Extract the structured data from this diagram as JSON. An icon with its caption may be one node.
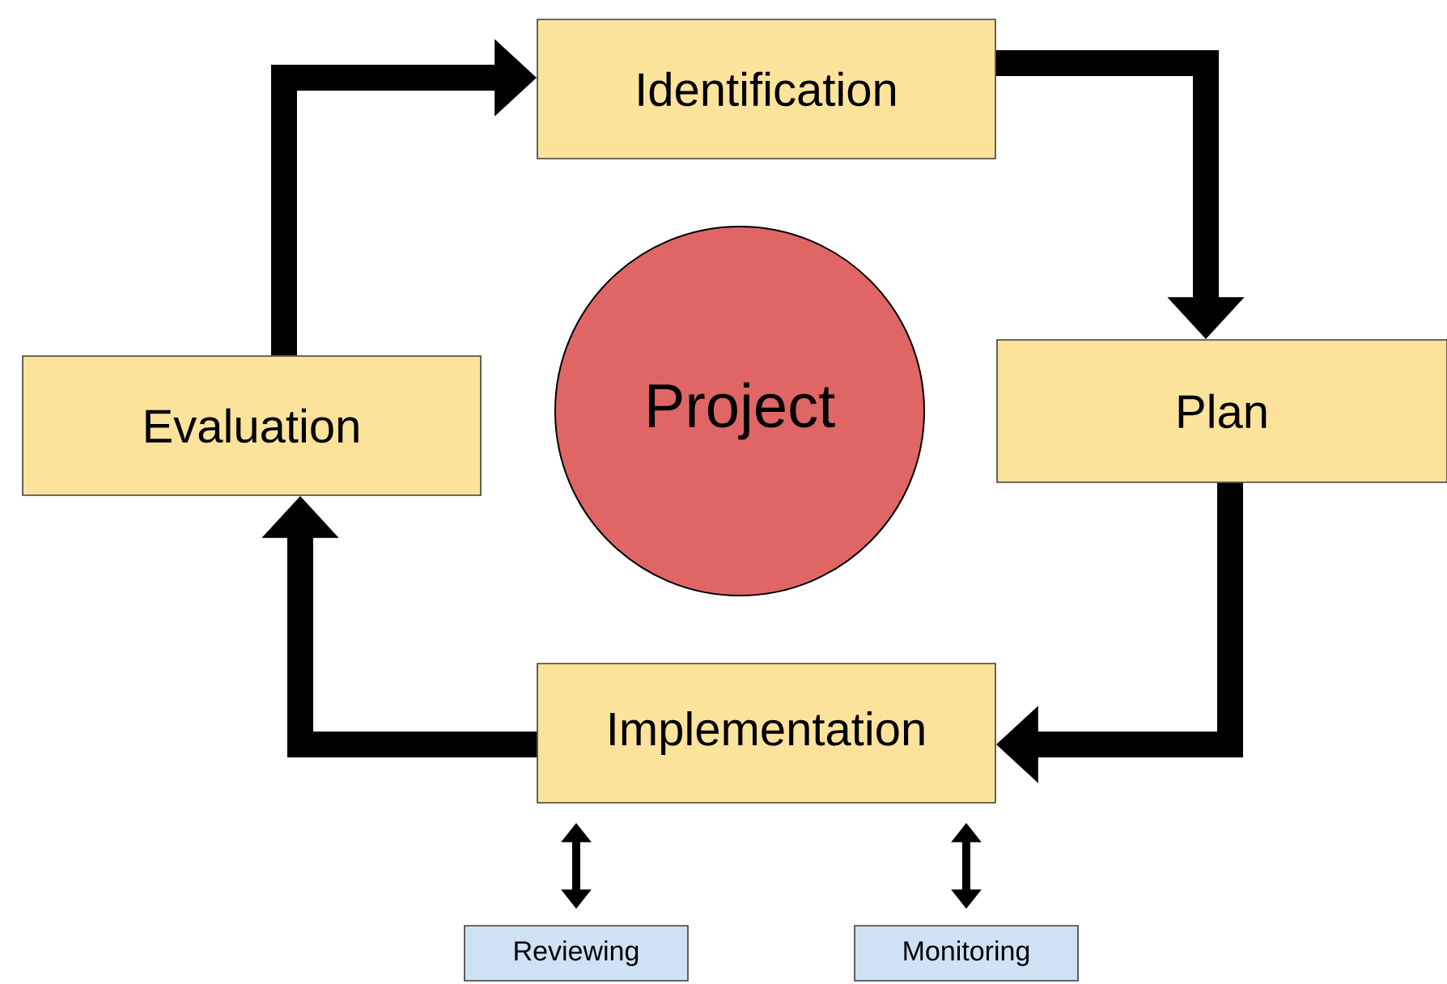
{
  "diagram": {
    "nodes": [
      {
        "text": [
          "Identification"
        ]
      },
      {
        "text": [
          "Plan"
        ]
      },
      {
        "text": [
          "Implementation"
        ]
      },
      {
        "text": [
          "Evaluation"
        ]
      },
      {
        "text": [
          "Project"
        ]
      },
      {
        "text": [
          "Reviewing"
        ]
      },
      {
        "text": [
          "Monitoring"
        ]
      }
    ],
    "edges": [
      {
        "from": 0,
        "to": 1,
        "arrow": "to"
      },
      {
        "from": 1,
        "to": 2,
        "arrow": "to"
      },
      {
        "from": 2,
        "to": 3,
        "arrow": "to"
      },
      {
        "from": 3,
        "to": 0,
        "arrow": "to"
      },
      {
        "from": 2,
        "to": 5,
        "arrow": "both"
      },
      {
        "from": 2,
        "to": 6,
        "arrow": "both"
      }
    ]
  }
}
